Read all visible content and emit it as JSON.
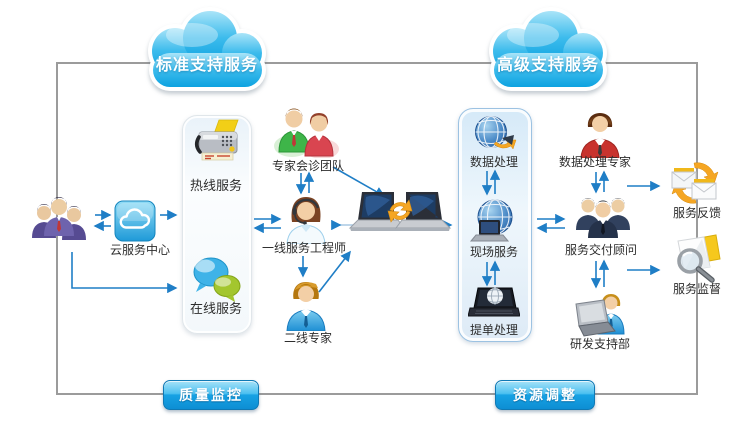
{
  "clouds": {
    "standard": "标准支持服务",
    "advanced": "高级支持服务"
  },
  "panels": {
    "channels": {
      "hotline": "热线服务",
      "online": "在线服务"
    },
    "operations": {
      "data_processing": "数据处理",
      "onsite_service": "现场服务",
      "ticket_processing": "提单处理"
    }
  },
  "nodes": {
    "cloud_service_center": "云服务中心",
    "expert_consultation_team": "专家会诊团队",
    "frontline_service_engineer": "一线服务工程师",
    "second_line_expert": "二线专家",
    "data_processing_expert": "数据处理专家",
    "service_delivery_consultant": "服务交付顾问",
    "rnd_support_department": "研发支持部",
    "service_feedback": "服务反馈",
    "service_supervision": "服务监督"
  },
  "badges": {
    "quality_monitoring": "质量监控",
    "resource_adjustment": "资源调整"
  },
  "icons": {
    "customers": "customers-group-icon",
    "cloud_center": "cloud-app-icon",
    "hotline": "fax-phone-icon",
    "online": "chat-bubbles-icon",
    "expert_team": "two-experts-icon",
    "frontline_engineer": "headset-engineer-icon",
    "second_line_expert": "blue-expert-icon",
    "sync_laptops": "laptops-sync-icon",
    "data_processing": "globe-arrow-icon",
    "onsite_service": "globe-laptop-icon",
    "ticket_processing": "dark-laptop-globe-icon",
    "data_expert": "red-suit-expert-icon",
    "delivery_consultant": "consultants-group-icon",
    "rnd_support": "developer-laptop-icon",
    "service_feedback": "mail-sync-icon",
    "service_supervision": "magnifier-docs-icon"
  },
  "colors": {
    "cloud_blue": "#29b1e8",
    "arrow_blue": "#1f7ec6",
    "frame_gray": "#9b9b9b",
    "badge_blue": "#17a2e4",
    "panel_blue": "#d5e9f8"
  }
}
